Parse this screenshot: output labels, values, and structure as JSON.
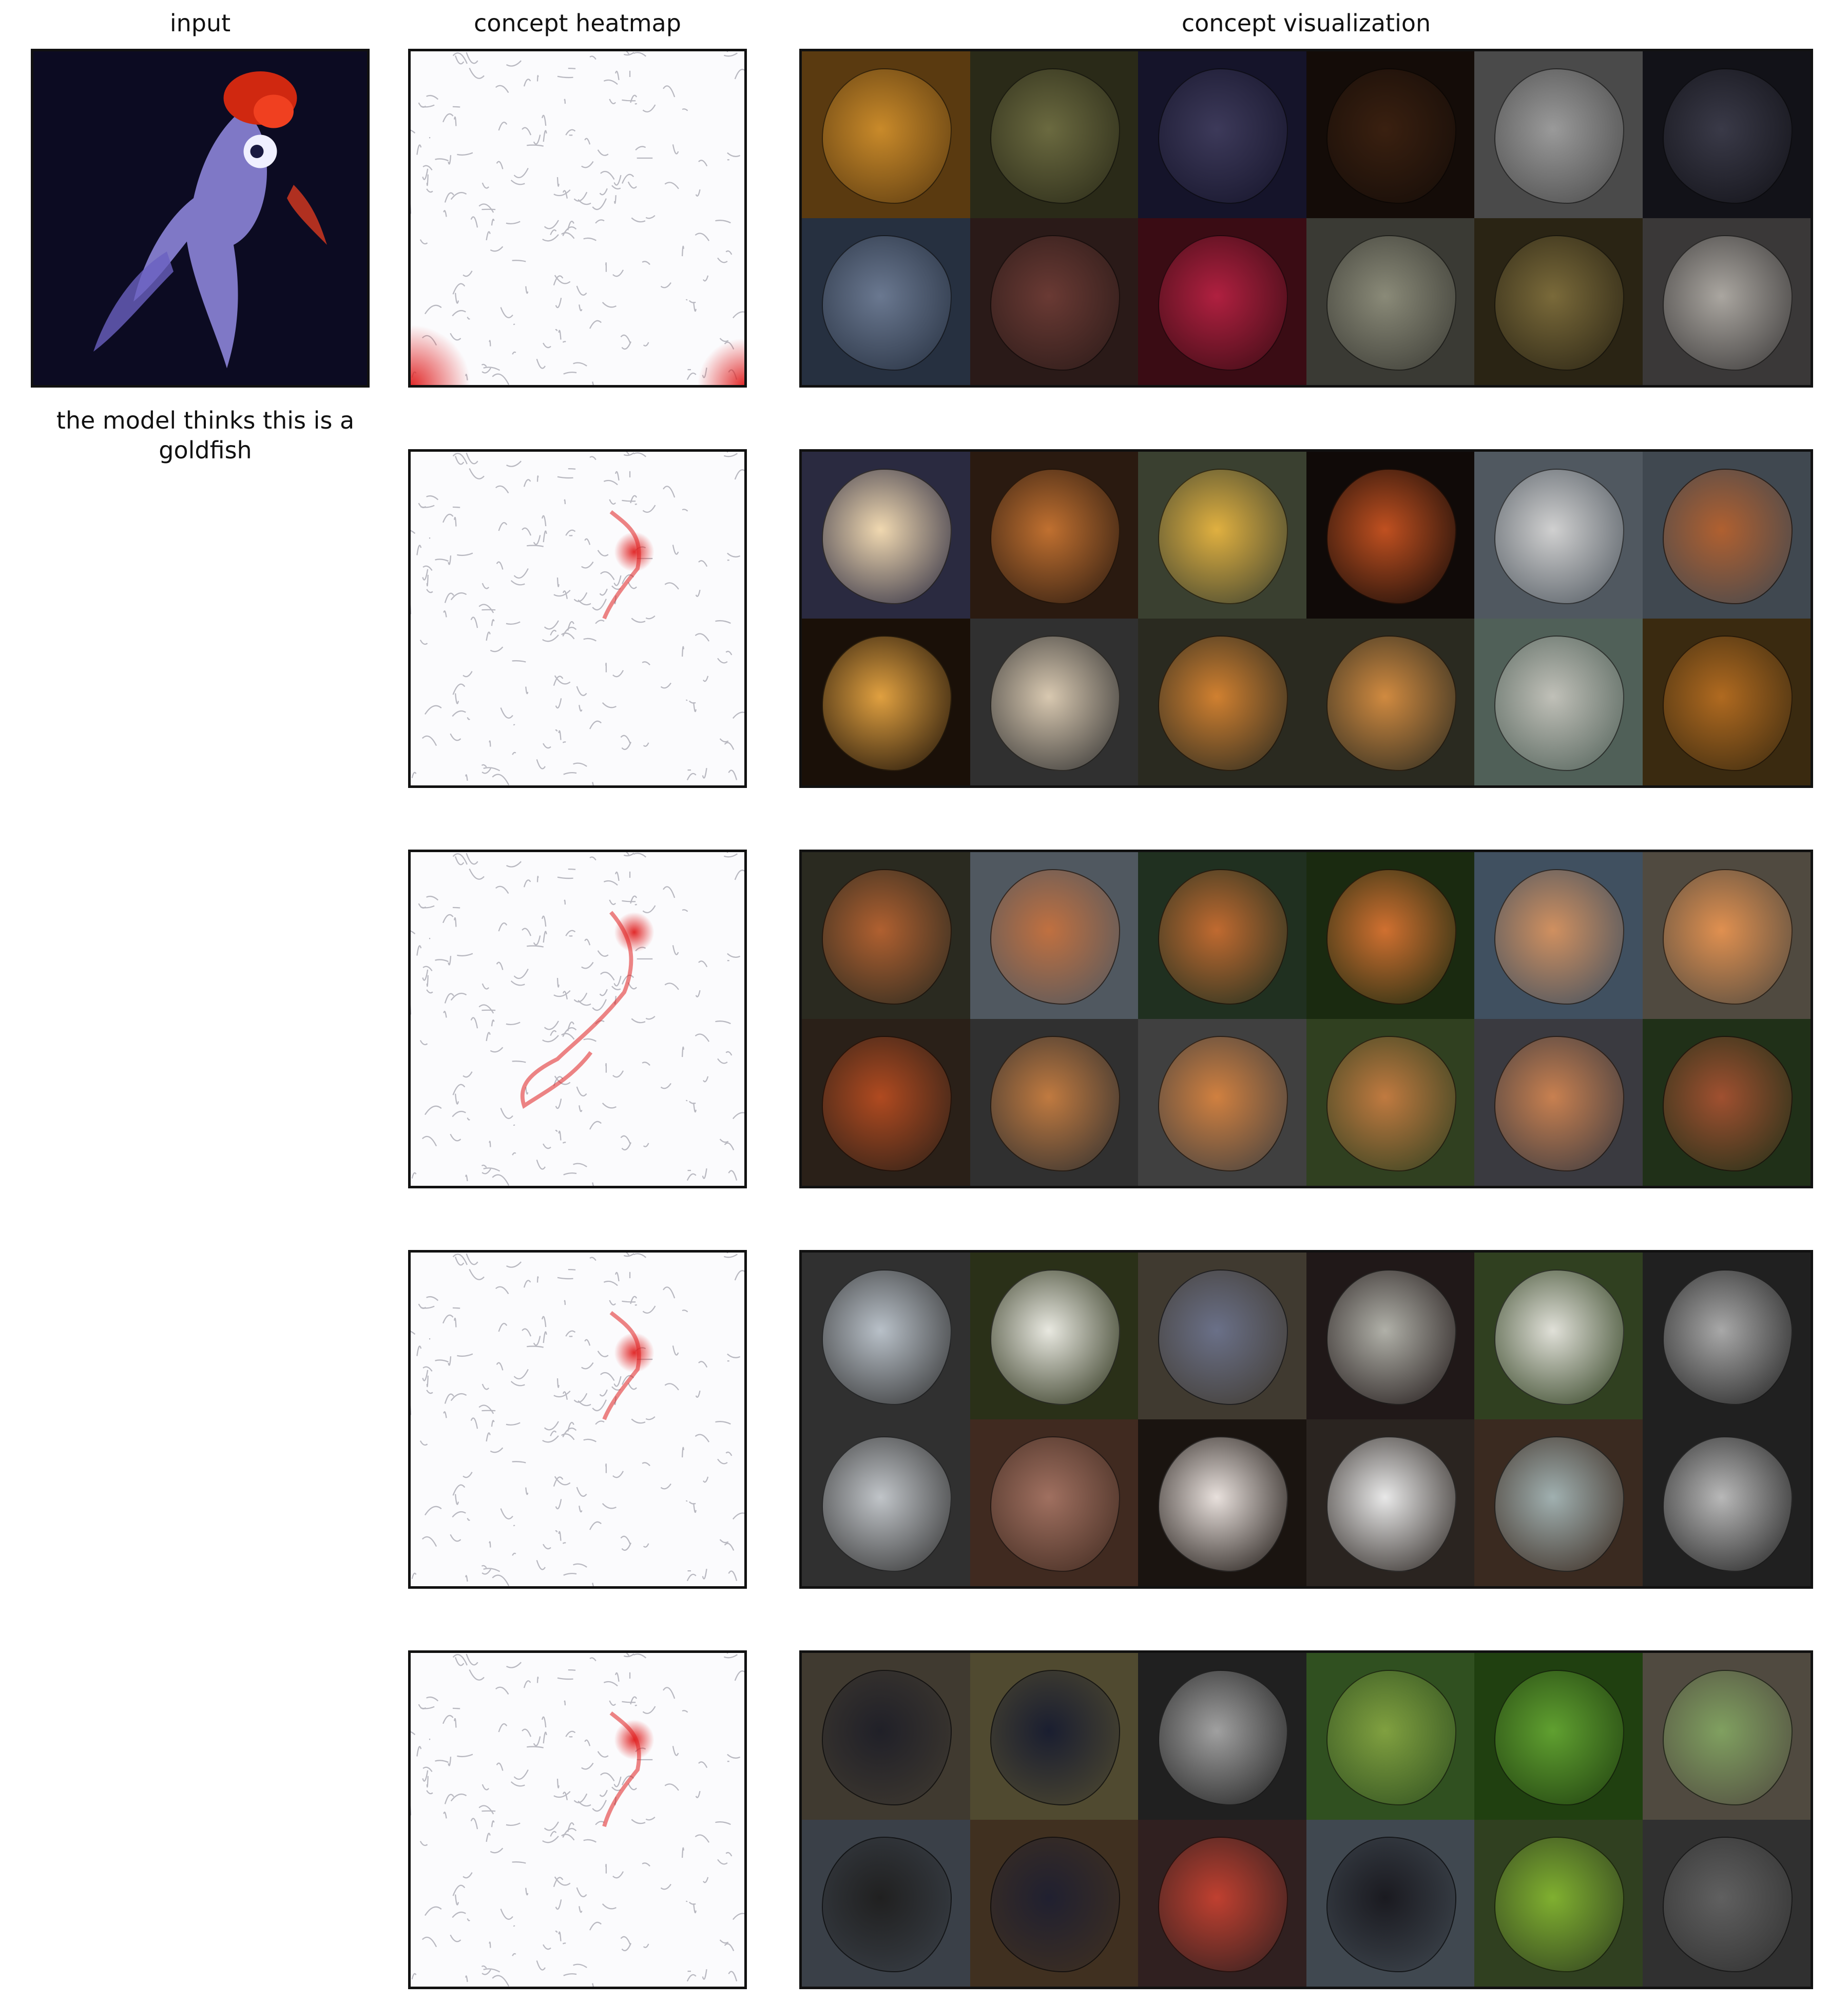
{
  "headers": {
    "input": "input",
    "heatmap": "concept heatmap",
    "visualization": "concept visualization"
  },
  "caption": "the model thinks this is a goldfish",
  "colors": {
    "frame": "#111111",
    "heat_accent": "#e02020",
    "input_bg": "#0c0b22"
  },
  "concepts": [
    {
      "tiles": [
        {
          "bg": "#5a3a10",
          "fg": "#c98a2a"
        },
        {
          "bg": "#2a2a18",
          "fg": "#6b6a40"
        },
        {
          "bg": "#15142a",
          "fg": "#3d3a5a"
        },
        {
          "bg": "#140c08",
          "fg": "#3a2010"
        },
        {
          "bg": "#4a4a4a",
          "fg": "#9a9a9a"
        },
        {
          "bg": "#121218",
          "fg": "#3a3a48"
        },
        {
          "bg": "#263040",
          "fg": "#6a7890"
        },
        {
          "bg": "#2a1a18",
          "fg": "#6a3a34"
        },
        {
          "bg": "#3a0c14",
          "fg": "#b02040"
        },
        {
          "bg": "#3a3a34",
          "fg": "#8a8a78"
        },
        {
          "bg": "#2a2414",
          "fg": "#7a6a3a"
        },
        {
          "bg": "#3a3838",
          "fg": "#aaa6a0"
        }
      ]
    },
    {
      "tiles": [
        {
          "bg": "#2a2a40",
          "fg": "#f0d8b0"
        },
        {
          "bg": "#2a1a10",
          "fg": "#c07030"
        },
        {
          "bg": "#3a4030",
          "fg": "#e0b040"
        },
        {
          "bg": "#100a08",
          "fg": "#c05020"
        },
        {
          "bg": "#505860",
          "fg": "#d0d0d0"
        },
        {
          "bg": "#404850",
          "fg": "#b06030"
        },
        {
          "bg": "#1a1008",
          "fg": "#e0a040"
        },
        {
          "bg": "#303030",
          "fg": "#d8c8b0"
        },
        {
          "bg": "#2a2a20",
          "fg": "#d08030"
        },
        {
          "bg": "#2a2a20",
          "fg": "#d08a40"
        },
        {
          "bg": "#506058",
          "fg": "#c0c0b8"
        },
        {
          "bg": "#3a2a10",
          "fg": "#b06a20"
        }
      ]
    },
    {
      "tiles": [
        {
          "bg": "#2a2a20",
          "fg": "#b06030"
        },
        {
          "bg": "#505860",
          "fg": "#c07040"
        },
        {
          "bg": "#203020",
          "fg": "#c06a30"
        },
        {
          "bg": "#1a2a10",
          "fg": "#d07030"
        },
        {
          "bg": "#405060",
          "fg": "#d09060"
        },
        {
          "bg": "#504a40",
          "fg": "#e09050"
        },
        {
          "bg": "#2a2018",
          "fg": "#b04a20"
        },
        {
          "bg": "#303030",
          "fg": "#c07a40"
        },
        {
          "bg": "#404040",
          "fg": "#d08040"
        },
        {
          "bg": "#304020",
          "fg": "#c07a40"
        },
        {
          "bg": "#3a3a40",
          "fg": "#c88050"
        },
        {
          "bg": "#203018",
          "fg": "#a05030"
        }
      ]
    },
    {
      "tiles": [
        {
          "bg": "#303030",
          "fg": "#b8c0c8"
        },
        {
          "bg": "#2a3018",
          "fg": "#e8e8e0"
        },
        {
          "bg": "#403a30",
          "fg": "#6a7088"
        },
        {
          "bg": "#201818",
          "fg": "#b0b0a8"
        },
        {
          "bg": "#304020",
          "fg": "#e0e0d8"
        },
        {
          "bg": "#202020",
          "fg": "#a8a8a8"
        },
        {
          "bg": "#303030",
          "fg": "#c0c4c8"
        },
        {
          "bg": "#402a20",
          "fg": "#a07060"
        },
        {
          "bg": "#1a1410",
          "fg": "#e8e0dc"
        },
        {
          "bg": "#2a2420",
          "fg": "#e8e8e8"
        },
        {
          "bg": "#3a2a20",
          "fg": "#a0b0b0"
        },
        {
          "bg": "#202020",
          "fg": "#b8b8b8"
        }
      ]
    },
    {
      "tiles": [
        {
          "bg": "#403a30",
          "fg": "#202028"
        },
        {
          "bg": "#504a30",
          "fg": "#1a1e30"
        },
        {
          "bg": "#202020",
          "fg": "#a0a0a0"
        },
        {
          "bg": "#305020",
          "fg": "#80a040"
        },
        {
          "bg": "#204010",
          "fg": "#60a030"
        },
        {
          "bg": "#504a40",
          "fg": "#80a060"
        },
        {
          "bg": "#3a4048",
          "fg": "#202020"
        },
        {
          "bg": "#403020",
          "fg": "#202030"
        },
        {
          "bg": "#302020",
          "fg": "#c04030"
        },
        {
          "bg": "#404850",
          "fg": "#1a1a20"
        },
        {
          "bg": "#304020",
          "fg": "#80b030"
        },
        {
          "bg": "#303030",
          "fg": "#606060"
        }
      ]
    }
  ]
}
